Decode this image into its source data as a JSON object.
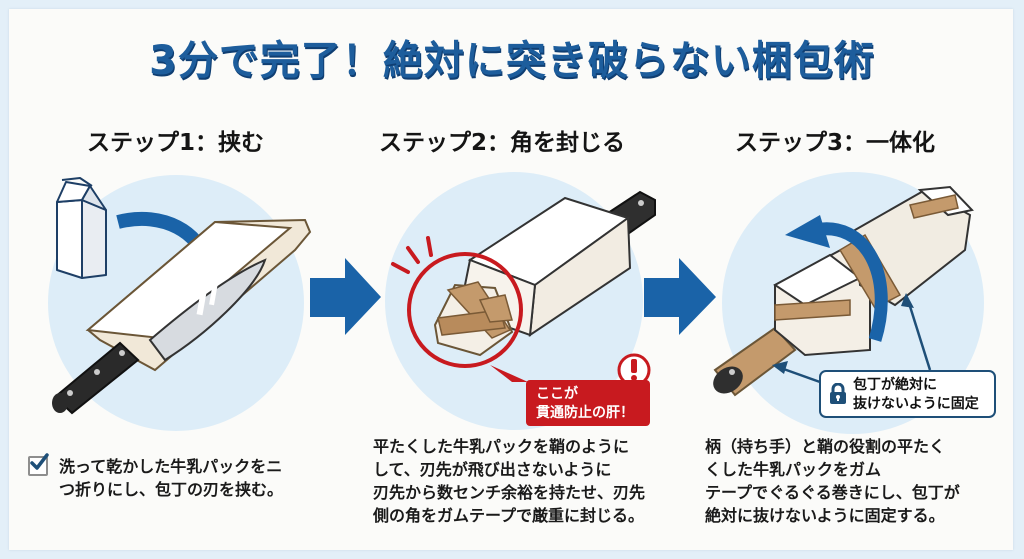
{
  "title": "3分で完了！絶対に突き破らない梱包術",
  "colors": {
    "title_blue": "#1d5d9c",
    "arrow_blue": "#1a63a8",
    "alert_red": "#c81a1f",
    "circle_bg": "#ddedf8",
    "tape_brown": "#c49a6c"
  },
  "steps": [
    {
      "heading": "ステップ1：挟む",
      "description_lines": [
        "洗って乾かした牛乳パックをニ",
        "つ折りにし、包丁の刃を挟む。"
      ],
      "has_checkbox": true,
      "checkbox_checked": true
    },
    {
      "heading": "ステップ2：角を封じる",
      "description_lines": [
        "平たくした牛乳パックを鞘のように",
        "して、刃先が飛び出さないように",
        "刃先から数センチ余裕を持たせ、刃先",
        "側の角をガムテープで厳重に封じる。"
      ],
      "callout": {
        "icon": "exclamation-icon",
        "lines": [
          "ここが",
          "貫通防止の肝！"
        ]
      }
    },
    {
      "heading": "ステップ3：一体化",
      "description_lines": [
        "柄（持ち手）と鞘の役割の平たく",
        "くした牛乳パックをガム",
        "テープでぐるぐる巻きにし、包丁が",
        "絶対に抜けないように固定する。"
      ],
      "callout": {
        "icon": "lock-icon",
        "lines": [
          "包丁が絶対に",
          "抜けないように固定"
        ]
      }
    }
  ],
  "arrows": [
    {
      "icon": "right-arrow-icon",
      "from": "step1",
      "to": "step2"
    },
    {
      "icon": "right-arrow-icon",
      "from": "step2",
      "to": "step3"
    }
  ]
}
